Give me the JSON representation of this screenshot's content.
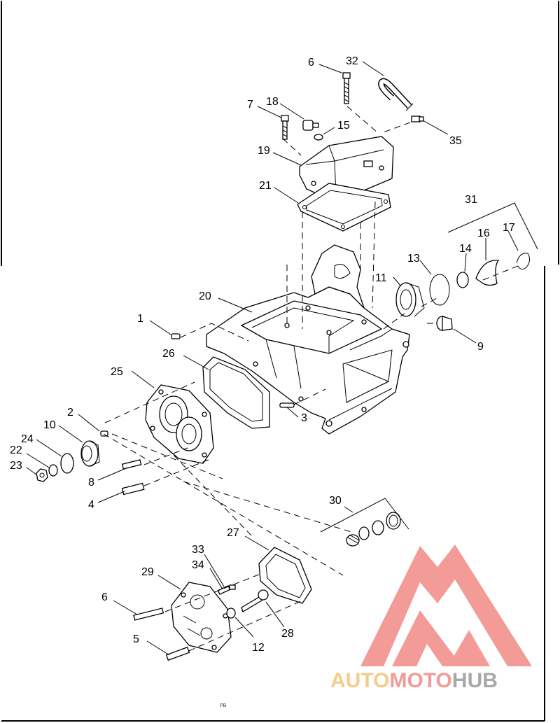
{
  "diagram": {
    "callouts": {
      "c1": "1",
      "c2": "2",
      "c3": "3",
      "c4": "4",
      "c5": "5",
      "c6a": "6",
      "c6b": "6",
      "c7": "7",
      "c8": "8",
      "c9": "9",
      "c10": "10",
      "c11": "11",
      "c12": "12",
      "c13": "13",
      "c14": "14",
      "c15": "15",
      "c16": "16",
      "c17": "17",
      "c18": "18",
      "c19": "19",
      "c20": "20",
      "c21": "21",
      "c22": "22",
      "c23": "23",
      "c24": "24",
      "c25": "25",
      "c26": "26",
      "c27": "27",
      "c28": "28",
      "c29": "29",
      "c30": "30",
      "c31": "31",
      "c32": "32",
      "c33": "33",
      "c34": "34",
      "c35": "35"
    },
    "footer_code": "PB"
  },
  "watermark": {
    "text": "AUTOMOTOHUB",
    "colors": {
      "primary": "#f08a86",
      "accent": "#f5c47a",
      "secondary": "#9a9a9a"
    }
  }
}
